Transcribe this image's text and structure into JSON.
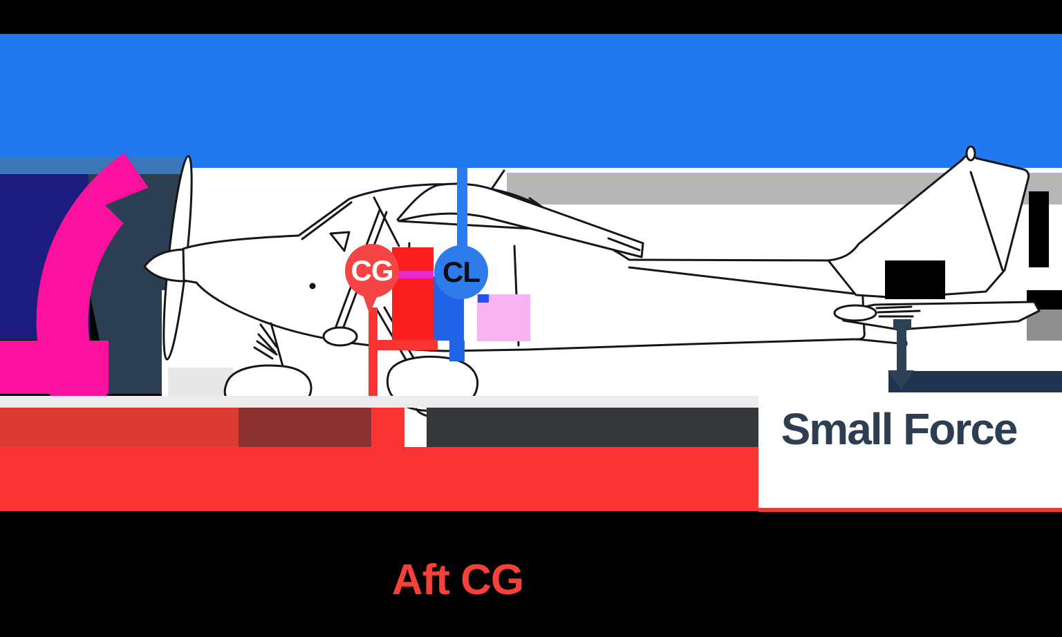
{
  "diagram": {
    "markers": {
      "cg_label": "CG",
      "cl_label": "CL"
    },
    "captions": {
      "tail_force": "Small Force",
      "condition": "Aft CG"
    },
    "colors": {
      "lift_band_blue": "#2178ef",
      "steel_strip_blue": "#3a78b9",
      "navy_block": "#1c1c7e",
      "pitch_arrow_pink": "#fb119e",
      "pitch_arrow_slate": "#2b3e52",
      "gray_band": "#b6b6b6",
      "cg_marker_red": "#f64343",
      "cl_marker_blue": "#2e7ce9",
      "weight_red_bright": "#fb3333",
      "weight_red_muted": "#dc3a33",
      "weight_maroon": "#8c3131",
      "charcoal_band": "#35383b",
      "magenta_stripe": "#e92ac9",
      "pink_panel": "#f7b4f0",
      "tail_force_navy": "#203450",
      "caption_navy": "#2e3e52",
      "caption_red": "#f8403a"
    }
  }
}
